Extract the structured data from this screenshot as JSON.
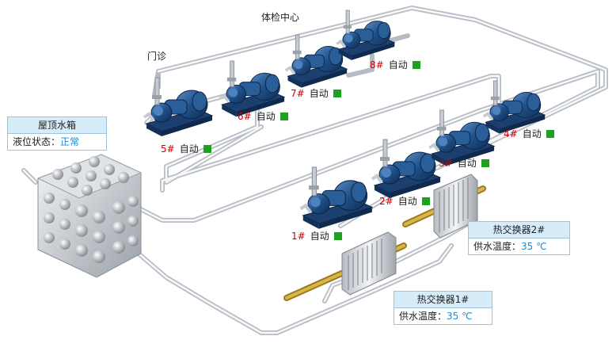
{
  "areas": {
    "clinic": "门诊",
    "checkup": "体检中心"
  },
  "pumps": [
    {
      "id": "p1",
      "num": "1#",
      "status": "自动",
      "status_color": "#1ea11e"
    },
    {
      "id": "p2",
      "num": "2#",
      "status": "自动",
      "status_color": "#1ea11e"
    },
    {
      "id": "p3",
      "num": "3#",
      "status": "自动",
      "status_color": "#1ea11e"
    },
    {
      "id": "p4",
      "num": "4#",
      "status": "自动",
      "status_color": "#1ea11e"
    },
    {
      "id": "p5",
      "num": "5#",
      "status": "自动",
      "status_color": "#1ea11e"
    },
    {
      "id": "p6",
      "num": "6#",
      "status": "自动",
      "status_color": "#1ea11e"
    },
    {
      "id": "p7",
      "num": "7#",
      "status": "自动",
      "status_color": "#1ea11e"
    },
    {
      "id": "p8",
      "num": "8#",
      "status": "自动",
      "status_color": "#1ea11e"
    }
  ],
  "tank": {
    "title": "屋顶水箱",
    "level_label": "液位状态：",
    "level_value": "正常"
  },
  "hx1": {
    "title": "热交换器1#",
    "temp_label": "供水温度：",
    "temp_value": "35",
    "unit": "℃"
  },
  "hx2": {
    "title": "热交换器2#",
    "temp_label": "供水温度：",
    "temp_value": "35",
    "unit": "℃"
  },
  "colors": {
    "pump_blue": "#1f4f86",
    "pipe": "#d4d8de",
    "status_green": "#1ea11e",
    "value_blue": "#1a8cd8",
    "pump_number": "#cc0000",
    "brass_pipe": "#c9a53a"
  }
}
